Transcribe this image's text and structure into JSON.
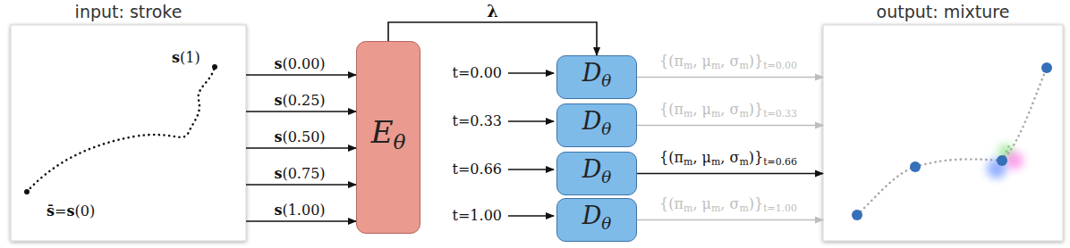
{
  "diagram": {
    "nodes": [
      {
        "text": [
          "input: stroke",
          "s(1)",
          "s̄=s(0)"
        ]
      },
      {
        "text": [
          "Eθ"
        ]
      },
      {
        "text": [
          "Dθ"
        ]
      },
      {
        "text": [
          "Dθ"
        ]
      },
      {
        "text": [
          "Dθ"
        ]
      },
      {
        "text": [
          "Dθ"
        ]
      },
      {
        "text": [
          "output: mixture"
        ]
      }
    ],
    "edges": [
      {
        "from": 0,
        "to": 1,
        "arrow": "to",
        "label": "s(0.00)"
      },
      {
        "from": 0,
        "to": 1,
        "arrow": "to",
        "label": "s(0.25)"
      },
      {
        "from": 0,
        "to": 1,
        "arrow": "to",
        "label": "s(0.50)"
      },
      {
        "from": 0,
        "to": 1,
        "arrow": "to",
        "label": "s(0.75)"
      },
      {
        "from": 0,
        "to": 1,
        "arrow": "to",
        "label": "s(1.00)"
      },
      {
        "from": 1,
        "to": 2,
        "arrow": "to",
        "label": "λ"
      },
      {
        "from": 2,
        "to": 6,
        "arrow": "to",
        "label": "{(πm, μm, σm)}t=0.00"
      },
      {
        "from": 3,
        "to": 6,
        "arrow": "to",
        "label": "{(πm, μm, σm)}t=0.33"
      },
      {
        "from": 4,
        "to": 6,
        "arrow": "to",
        "label": "{(πm, μm, σm)}t=0.66"
      },
      {
        "from": 5,
        "to": 6,
        "arrow": "to",
        "label": "{(πm, μm, σm)}t=1.00"
      }
    ],
    "labels": [
      "t=0.00",
      "t=0.33",
      "t=0.66",
      "t=1.00"
    ]
  }
}
